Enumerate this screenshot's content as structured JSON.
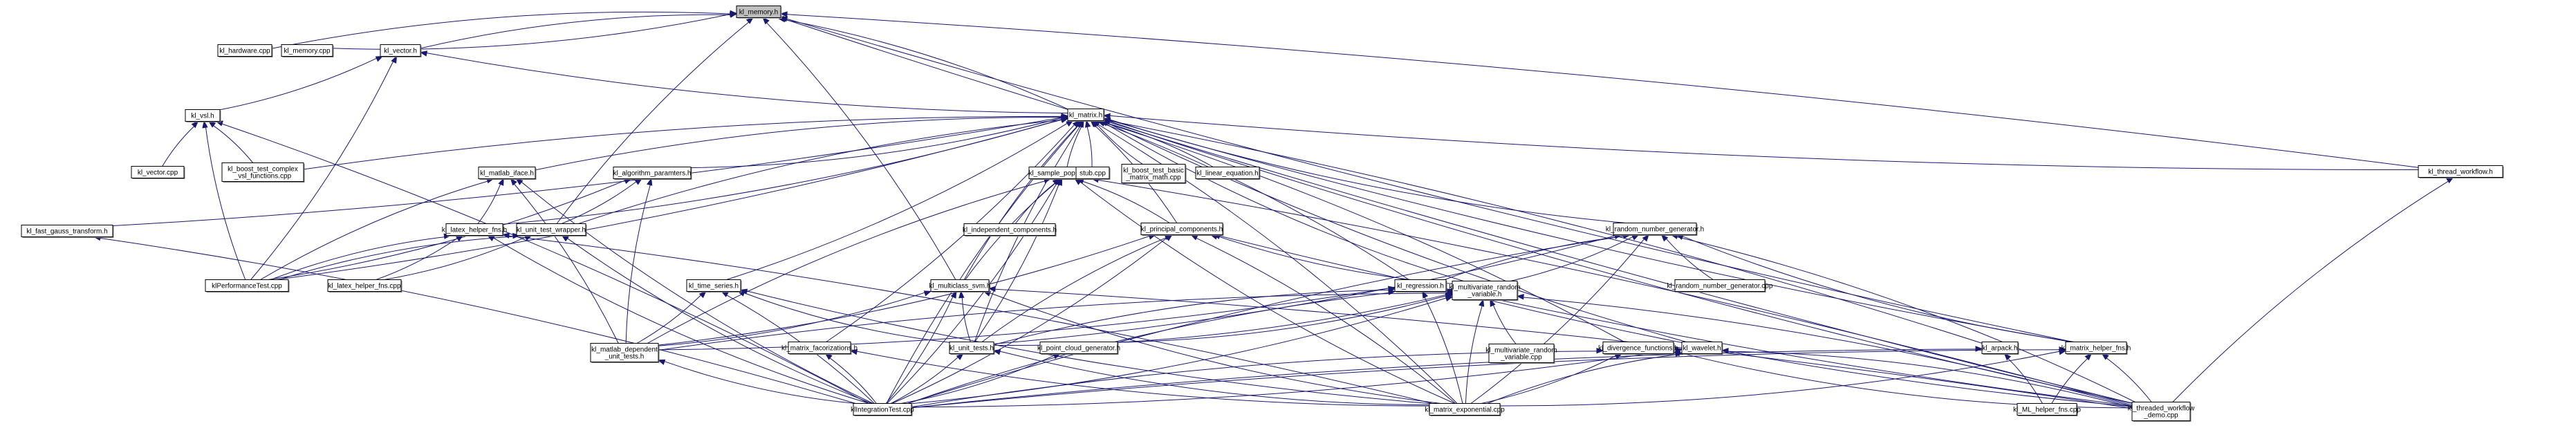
{
  "diagram": {
    "type": "include-dependency-graph",
    "root": "kl_memory_h",
    "colors": {
      "edge": "#191970",
      "root_fill": "#bfbfbf",
      "node_fill": "#ffffff",
      "node_border": "#000000"
    },
    "nodes": [
      {
        "id": "kl_memory_h",
        "label": [
          "kl_memory.h"
        ]
      },
      {
        "id": "kl_hardware_cpp",
        "label": [
          "kl_hardware.cpp"
        ]
      },
      {
        "id": "kl_memory_cpp",
        "label": [
          "kl_memory.cpp"
        ]
      },
      {
        "id": "kl_vector_h",
        "label": [
          "kl_vector.h"
        ]
      },
      {
        "id": "kl_vsl_h",
        "label": [
          "kl_vsl.h"
        ]
      },
      {
        "id": "kl_matrix_h",
        "label": [
          "kl_matrix.h"
        ]
      },
      {
        "id": "kl_vector_cpp",
        "label": [
          "kl_vector.cpp"
        ]
      },
      {
        "id": "kl_boost_test_complex",
        "label": [
          "kl_boost_test_complex",
          "_vsl_functions.cpp"
        ]
      },
      {
        "id": "kl_matlab_iface_h",
        "label": [
          "kl_matlab_iface.h"
        ]
      },
      {
        "id": "kl_algorithm_paramters_h",
        "label": [
          "kl_algorithm_paramters.h"
        ]
      },
      {
        "id": "kl_sample_population_h",
        "label": [
          "kl_sample_population.h"
        ]
      },
      {
        "id": "stub_cpp",
        "label": [
          "stub.cpp"
        ]
      },
      {
        "id": "kl_boost_test_basic",
        "label": [
          "kl_boost_test_basic",
          "_matrix_math.cpp"
        ]
      },
      {
        "id": "kl_linear_equation_h",
        "label": [
          "kl_linear_equation.h"
        ]
      },
      {
        "id": "kl_thread_workflow_h",
        "label": [
          "kl_thread_workflow.h"
        ]
      },
      {
        "id": "kl_fast_gauss_transform_h",
        "label": [
          "kl_fast_gauss_transform.h"
        ]
      },
      {
        "id": "kl_latex_helper_fns_h",
        "label": [
          "kl_latex_helper_fns.h"
        ]
      },
      {
        "id": "kl_unit_test_wrapper_h",
        "label": [
          "kl_unit_test_wrapper.h"
        ]
      },
      {
        "id": "kl_independent_components_h",
        "label": [
          "kl_independent_components.h"
        ]
      },
      {
        "id": "kl_principal_components_h",
        "label": [
          "kl_principal_components.h"
        ]
      },
      {
        "id": "kl_random_number_generator_h",
        "label": [
          "kl_random_number_generator.h"
        ]
      },
      {
        "id": "klPerformanceTest_cpp",
        "label": [
          "klPerformanceTest.cpp"
        ]
      },
      {
        "id": "kl_latex_helper_fns_cpp",
        "label": [
          "kl_latex_helper_fns.cpp"
        ]
      },
      {
        "id": "kl_time_series_h",
        "label": [
          "kl_time_series.h"
        ]
      },
      {
        "id": "kl_multiclass_svm_h",
        "label": [
          "kl_multiclass_svm.h"
        ]
      },
      {
        "id": "kl_regression_h",
        "label": [
          "kl_regression.h"
        ]
      },
      {
        "id": "kl_multivariate_random_variable_h",
        "label": [
          "kl_multivariate_random",
          "_variable.h"
        ]
      },
      {
        "id": "kl_random_number_generator_cpp",
        "label": [
          "kl_random_number_generator.cpp"
        ]
      },
      {
        "id": "kl_matlab_dependent_unit_tests_h",
        "label": [
          "kl_matlab_dependent",
          "_unit_tests.h"
        ]
      },
      {
        "id": "kl_matrix_facorizations_h",
        "label": [
          "kl_matrix_facorizations.h"
        ]
      },
      {
        "id": "kl_unit_tests_h",
        "label": [
          "kl_unit_tests.h"
        ]
      },
      {
        "id": "kl_point_cloud_generator_h",
        "label": [
          "kl_point_cloud_generator.h"
        ]
      },
      {
        "id": "kl_multivariate_random_variable_cpp",
        "label": [
          "kl_multivariate_random",
          "_variable.cpp"
        ]
      },
      {
        "id": "kl_divergence_functions_h",
        "label": [
          "kl_divergence_functions.h"
        ]
      },
      {
        "id": "kl_wavelet_h",
        "label": [
          "kl_wavelet.h"
        ]
      },
      {
        "id": "kl_arpack_h",
        "label": [
          "kl_arpack.h"
        ]
      },
      {
        "id": "kl_matrix_helper_fns_h",
        "label": [
          "kl_matrix_helper_fns.h"
        ]
      },
      {
        "id": "klIntegrationTest_cpp",
        "label": [
          "klIntegrationTest.cpp"
        ]
      },
      {
        "id": "kl_matrix_exponential_cpp",
        "label": [
          "kl_matrix_exponential.cpp"
        ]
      },
      {
        "id": "kl_ML_helper_fns_cpp",
        "label": [
          "kl_ML_helper_fns.cpp"
        ]
      },
      {
        "id": "kl_threaded_workflow_demo_cpp",
        "label": [
          "kl_threaded_workflow",
          "_demo.cpp"
        ]
      }
    ],
    "edges": [
      [
        "kl_hardware_cpp",
        "kl_memory_h"
      ],
      [
        "kl_memory_cpp",
        "kl_memory_h"
      ],
      [
        "kl_vector_h",
        "kl_memory_h"
      ],
      [
        "kl_matrix_h",
        "kl_memory_h"
      ],
      [
        "kl_unit_test_wrapper_h",
        "kl_memory_h"
      ],
      [
        "kl_thread_workflow_h",
        "kl_memory_h"
      ],
      [
        "kl_matrix_helper_fns_h",
        "kl_memory_h"
      ],
      [
        "kl_multiclass_svm_h",
        "kl_memory_h"
      ],
      [
        "kl_threaded_workflow_demo_cpp",
        "kl_memory_h"
      ],
      [
        "kl_vsl_h",
        "kl_vector_h"
      ],
      [
        "kl_matrix_h",
        "kl_vector_h"
      ],
      [
        "klPerformanceTest_cpp",
        "kl_vector_h"
      ],
      [
        "kl_vector_cpp",
        "kl_vsl_h"
      ],
      [
        "kl_boost_test_complex",
        "kl_vsl_h"
      ],
      [
        "klPerformanceTest_cpp",
        "kl_vsl_h"
      ],
      [
        "klIntegrationTest_cpp",
        "kl_vsl_h"
      ],
      [
        "kl_boost_test_complex",
        "kl_matrix_h"
      ],
      [
        "kl_fast_gauss_transform_h",
        "kl_matrix_h"
      ],
      [
        "kl_matlab_iface_h",
        "kl_matrix_h"
      ],
      [
        "kl_latex_helper_fns_h",
        "kl_matrix_h"
      ],
      [
        "kl_unit_test_wrapper_h",
        "kl_matrix_h"
      ],
      [
        "kl_algorithm_paramters_h",
        "kl_matrix_h"
      ],
      [
        "kl_sample_population_h",
        "kl_matrix_h"
      ],
      [
        "stub_cpp",
        "kl_matrix_h"
      ],
      [
        "kl_boost_test_basic",
        "kl_matrix_h"
      ],
      [
        "kl_linear_equation_h",
        "kl_matrix_h"
      ],
      [
        "kl_thread_workflow_h",
        "kl_matrix_h"
      ],
      [
        "kl_principal_components_h",
        "kl_matrix_h"
      ],
      [
        "kl_random_number_generator_h",
        "kl_matrix_h"
      ],
      [
        "kl_time_series_h",
        "kl_matrix_h"
      ],
      [
        "kl_multiclass_svm_h",
        "kl_matrix_h"
      ],
      [
        "kl_regression_h",
        "kl_matrix_h"
      ],
      [
        "kl_multivariate_random_variable_h",
        "kl_matrix_h"
      ],
      [
        "kl_matrix_facorizations_h",
        "kl_matrix_h"
      ],
      [
        "kl_unit_tests_h",
        "kl_matrix_h"
      ],
      [
        "kl_divergence_functions_h",
        "kl_matrix_h"
      ],
      [
        "kl_wavelet_h",
        "kl_matrix_h"
      ],
      [
        "kl_arpack_h",
        "kl_matrix_h"
      ],
      [
        "kl_matrix_helper_fns_h",
        "kl_matrix_h"
      ],
      [
        "klPerformanceTest_cpp",
        "kl_matrix_h"
      ],
      [
        "klIntegrationTest_cpp",
        "kl_matrix_h"
      ],
      [
        "kl_matrix_exponential_cpp",
        "kl_matrix_h"
      ],
      [
        "kl_threaded_workflow_demo_cpp",
        "kl_matrix_h"
      ],
      [
        "kl_latex_helper_fns_h",
        "kl_matlab_iface_h"
      ],
      [
        "klPerformanceTest_cpp",
        "kl_matlab_iface_h"
      ],
      [
        "kl_matlab_dependent_unit_tests_h",
        "kl_matlab_iface_h"
      ],
      [
        "klIntegrationTest_cpp",
        "kl_matlab_iface_h"
      ],
      [
        "kl_unit_test_wrapper_h",
        "kl_algorithm_paramters_h"
      ],
      [
        "kl_matlab_dependent_unit_tests_h",
        "kl_algorithm_paramters_h"
      ],
      [
        "klPerformanceTest_cpp",
        "kl_algorithm_paramters_h"
      ],
      [
        "kl_independent_components_h",
        "kl_sample_population_h"
      ],
      [
        "kl_principal_components_h",
        "kl_sample_population_h"
      ],
      [
        "kl_multiclass_svm_h",
        "kl_sample_population_h"
      ],
      [
        "kl_unit_tests_h",
        "kl_sample_population_h"
      ],
      [
        "kl_matlab_dependent_unit_tests_h",
        "kl_sample_population_h"
      ],
      [
        "klIntegrationTest_cpp",
        "kl_sample_population_h"
      ],
      [
        "kl_matrix_exponential_cpp",
        "kl_sample_population_h"
      ],
      [
        "kl_threaded_workflow_demo_cpp",
        "kl_sample_population_h"
      ],
      [
        "kl_threaded_workflow_demo_cpp",
        "kl_thread_workflow_h"
      ],
      [
        "klIntegrationTest_cpp",
        "kl_fast_gauss_transform_h"
      ],
      [
        "klPerformanceTest_cpp",
        "kl_latex_helper_fns_h"
      ],
      [
        "kl_latex_helper_fns_cpp",
        "kl_latex_helper_fns_h"
      ],
      [
        "klIntegrationTest_cpp",
        "kl_latex_helper_fns_h"
      ],
      [
        "kl_matrix_exponential_cpp",
        "kl_latex_helper_fns_h"
      ],
      [
        "klPerformanceTest_cpp",
        "kl_unit_test_wrapper_h"
      ],
      [
        "kl_latex_helper_fns_cpp",
        "kl_unit_test_wrapper_h"
      ],
      [
        "klIntegrationTest_cpp",
        "kl_unit_test_wrapper_h"
      ],
      [
        "kl_matlab_dependent_unit_tests_h",
        "kl_principal_components_h"
      ],
      [
        "kl_unit_tests_h",
        "kl_principal_components_h"
      ],
      [
        "klIntegrationTest_cpp",
        "kl_principal_components_h"
      ],
      [
        "kl_multivariate_random_variable_h",
        "kl_principal_components_h"
      ],
      [
        "kl_matrix_exponential_cpp",
        "kl_principal_components_h"
      ],
      [
        "kl_threaded_workflow_demo_cpp",
        "kl_principal_components_h"
      ],
      [
        "kl_multivariate_random_variable_h",
        "kl_random_number_generator_h"
      ],
      [
        "kl_random_number_generator_cpp",
        "kl_random_number_generator_h"
      ],
      [
        "kl_unit_tests_h",
        "kl_random_number_generator_h"
      ],
      [
        "kl_regression_h",
        "kl_random_number_generator_h"
      ],
      [
        "kl_matrix_exponential_cpp",
        "kl_random_number_generator_h"
      ],
      [
        "kl_matrix_helper_fns_h",
        "kl_random_number_generator_h"
      ],
      [
        "kl_threaded_workflow_demo_cpp",
        "kl_random_number_generator_h"
      ],
      [
        "klIntegrationTest_cpp",
        "kl_random_number_generator_h"
      ],
      [
        "kl_matlab_dependent_unit_tests_h",
        "kl_time_series_h"
      ],
      [
        "kl_unit_tests_h",
        "kl_time_series_h"
      ],
      [
        "klIntegrationTest_cpp",
        "kl_time_series_h"
      ],
      [
        "kl_matrix_exponential_cpp",
        "kl_time_series_h"
      ],
      [
        "kl_matlab_dependent_unit_tests_h",
        "kl_multiclass_svm_h"
      ],
      [
        "kl_unit_tests_h",
        "kl_multiclass_svm_h"
      ],
      [
        "klIntegrationTest_cpp",
        "kl_multiclass_svm_h"
      ],
      [
        "kl_matrix_exponential_cpp",
        "kl_multiclass_svm_h"
      ],
      [
        "kl_threaded_workflow_demo_cpp",
        "kl_multiclass_svm_h"
      ],
      [
        "kl_unit_tests_h",
        "kl_regression_h"
      ],
      [
        "kl_matlab_dependent_unit_tests_h",
        "kl_regression_h"
      ],
      [
        "klIntegrationTest_cpp",
        "kl_regression_h"
      ],
      [
        "kl_matrix_exponential_cpp",
        "kl_regression_h"
      ],
      [
        "kl_threaded_workflow_demo_cpp",
        "kl_regression_h"
      ],
      [
        "kl_point_cloud_generator_h",
        "kl_multivariate_random_variable_h"
      ],
      [
        "kl_multivariate_random_variable_cpp",
        "kl_multivariate_random_variable_h"
      ],
      [
        "kl_unit_tests_h",
        "kl_multivariate_random_variable_h"
      ],
      [
        "kl_matlab_dependent_unit_tests_h",
        "kl_multivariate_random_variable_h"
      ],
      [
        "klIntegrationTest_cpp",
        "kl_multivariate_random_variable_h"
      ],
      [
        "kl_matrix_exponential_cpp",
        "kl_multivariate_random_variable_h"
      ],
      [
        "kl_threaded_workflow_demo_cpp",
        "kl_multivariate_random_variable_h"
      ],
      [
        "klIntegrationTest_cpp",
        "kl_matlab_dependent_unit_tests_h"
      ],
      [
        "klIntegrationTest_cpp",
        "kl_matrix_facorizations_h"
      ],
      [
        "kl_matrix_exponential_cpp",
        "kl_matrix_facorizations_h"
      ],
      [
        "klIntegrationTest_cpp",
        "kl_unit_tests_h"
      ],
      [
        "kl_matrix_exponential_cpp",
        "kl_unit_tests_h"
      ],
      [
        "klIntegrationTest_cpp",
        "kl_point_cloud_generator_h"
      ],
      [
        "klIntegrationTest_cpp",
        "kl_divergence_functions_h"
      ],
      [
        "kl_matrix_exponential_cpp",
        "kl_divergence_functions_h"
      ],
      [
        "kl_threaded_workflow_demo_cpp",
        "kl_divergence_functions_h"
      ],
      [
        "klIntegrationTest_cpp",
        "kl_wavelet_h"
      ],
      [
        "kl_matrix_exponential_cpp",
        "kl_wavelet_h"
      ],
      [
        "kl_threaded_workflow_demo_cpp",
        "kl_wavelet_h"
      ],
      [
        "klIntegrationTest_cpp",
        "kl_arpack_h"
      ],
      [
        "kl_ML_helper_fns_cpp",
        "kl_arpack_h"
      ],
      [
        "klIntegrationTest_cpp",
        "kl_matrix_helper_fns_h"
      ],
      [
        "kl_matrix_exponential_cpp",
        "kl_matrix_helper_fns_h"
      ],
      [
        "kl_ML_helper_fns_cpp",
        "kl_matrix_helper_fns_h"
      ],
      [
        "kl_threaded_workflow_demo_cpp",
        "kl_matrix_helper_fns_h"
      ]
    ]
  }
}
